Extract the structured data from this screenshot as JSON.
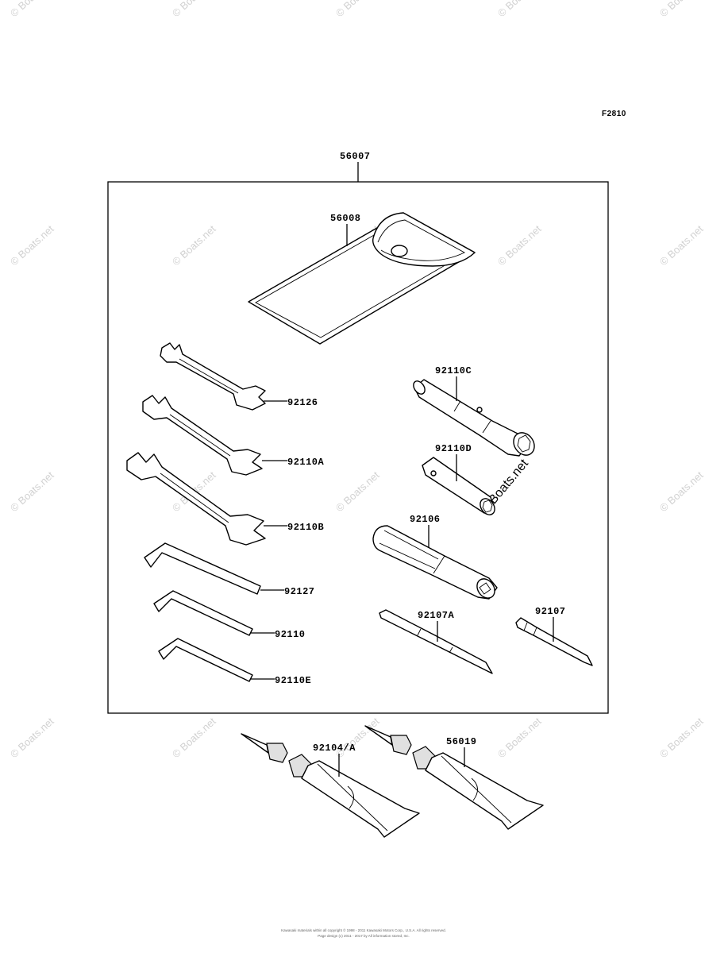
{
  "figure_code": "F2810",
  "parts": {
    "kit": "56007",
    "pouch": "56008",
    "wrench_a": "92126",
    "wrench_b": "92110A",
    "wrench_c": "92110B",
    "hex_large": "92127",
    "hex_medium": "92110",
    "hex_small": "92110E",
    "box_wrench": "92110C",
    "tube_wrench": "92110D",
    "handle": "92106",
    "driver_bit_a": "92107A",
    "driver_bit": "92107",
    "grease_a": "92104/A",
    "grease_b": "56019"
  },
  "watermark": "© Boats.net",
  "footer": {
    "line1": "Kawasaki materials within all copyright © 1998 - 2011 Kawasaki Motors Corp., U.S.A. All rights reserved.",
    "line2": "Page design (c) 2011 - 2017 by All information stored, Inc."
  }
}
